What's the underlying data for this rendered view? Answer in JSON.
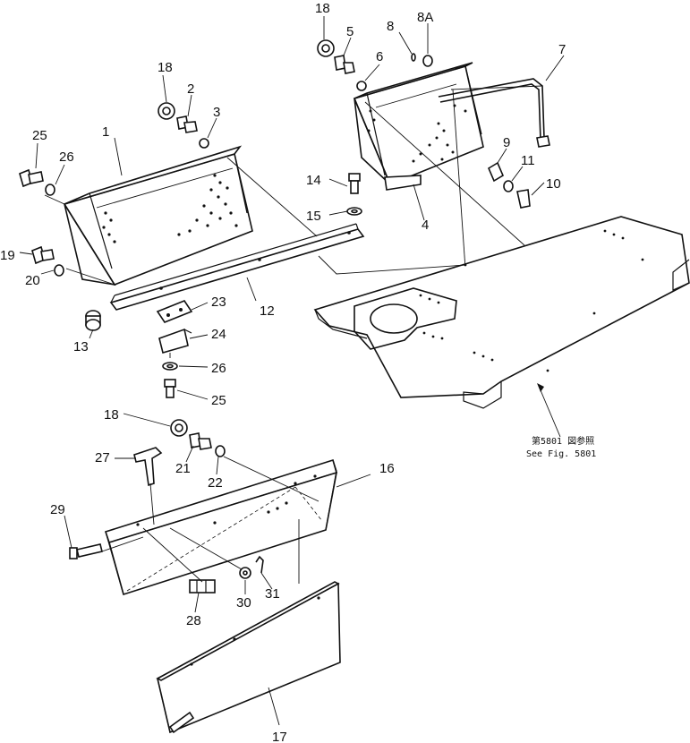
{
  "callouts": {
    "c1": "1",
    "c2": "2",
    "c3": "3",
    "c4": "4",
    "c5": "5",
    "c6": "6",
    "c7": "7",
    "c8": "8",
    "c8a": "8A",
    "c9": "9",
    "c10": "10",
    "c11": "11",
    "c12": "12",
    "c13": "13",
    "c14": "14",
    "c15": "15",
    "c16": "16",
    "c17": "17",
    "c18a": "18",
    "c18b": "18",
    "c18c": "18",
    "c19": "19",
    "c20": "20",
    "c21": "21",
    "c22": "22",
    "c23": "23",
    "c24": "24",
    "c25a": "25",
    "c25b": "25",
    "c26a": "26",
    "c26b": "26",
    "c27": "27",
    "c28": "28",
    "c29": "29",
    "c30": "30",
    "c31": "31"
  },
  "reference": {
    "line1": "第5801 図参照",
    "line2": "See Fig. 5801"
  }
}
